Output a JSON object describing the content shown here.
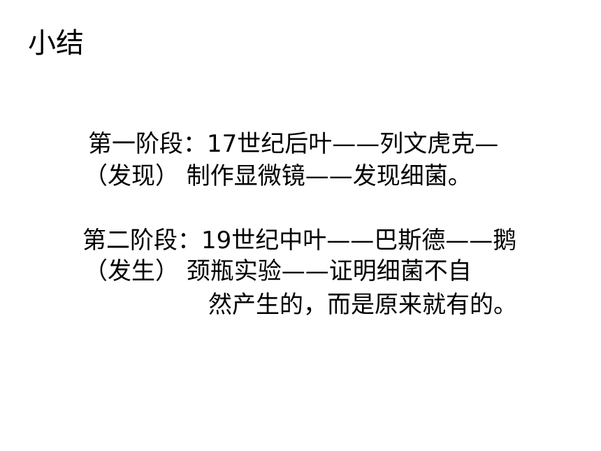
{
  "slide": {
    "title": "小结",
    "stage1": {
      "line1": "第一阶段：17世纪后叶——列文虎克—",
      "line2": "（发现） 制作显微镜——发现细菌。"
    },
    "stage2": {
      "line1": "第二阶段：19世纪中叶——巴斯德——鹅",
      "line2": "（发生） 颈瓶实验——证明细菌不自",
      "line3": "然产生的，而是原来就有的。"
    }
  }
}
